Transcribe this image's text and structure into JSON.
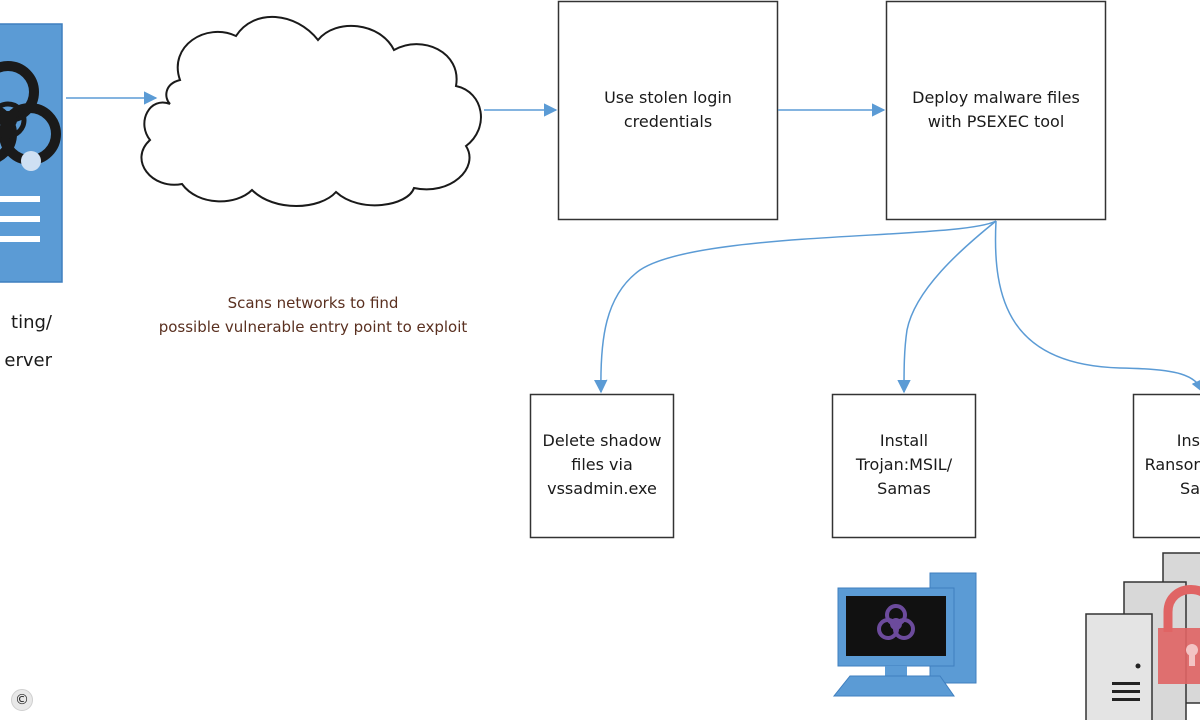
{
  "diagram": {
    "source_label_lines": [
      "ting/",
      "erver"
    ],
    "scan_note": {
      "line1": "Scans networks to find",
      "line2": "possible vulnerable entry point to exploit"
    },
    "steps": {
      "stolen_credentials": {
        "line1": "Use stolen login",
        "line2": "credentials"
      },
      "deploy_malware": {
        "line1": "Deploy malware files",
        "line2": "with PSEXEC tool"
      },
      "delete_shadow": {
        "line1": "Delete shadow",
        "line2": "files via",
        "line3": "vssadmin.exe"
      },
      "install_trojan": {
        "line1": "Install",
        "line2": "Trojan:MSIL/",
        "line3": "Samas"
      },
      "install_ransom": {
        "line1": "Ins",
        "line2": "Ransor",
        "line3": "Sa"
      }
    },
    "copyright_symbol": "©"
  },
  "colors": {
    "arrow": "#5b9bd5",
    "server_blue": "#5b9bd5",
    "note_text": "#5a3020",
    "monitor_blue": "#5b9bd5",
    "lock_red": "#e06464"
  },
  "icons": [
    "biohazard-server-icon",
    "cloud-icon",
    "infected-computer-icon",
    "ransomware-servers-icon",
    "copyright-icon"
  ]
}
